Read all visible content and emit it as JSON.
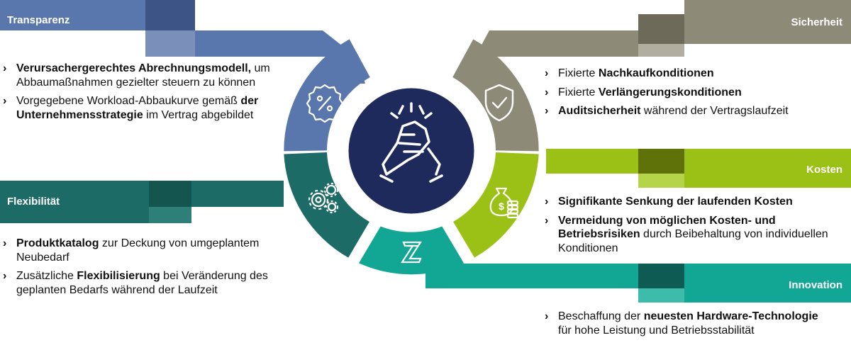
{
  "colors": {
    "blue": "#5a77ad",
    "navy": "#1e2a5c",
    "teal_dark": "#1d6b66",
    "teal": "#12a794",
    "lime": "#9cc116",
    "taupe": "#8e8a78"
  },
  "center": {
    "icon": "handshake-icon"
  },
  "segments": [
    {
      "name": "transparenz",
      "icon": "percent-badge-icon"
    },
    {
      "name": "flexibilitaet",
      "icon": "gears-icon"
    },
    {
      "name": "innovation",
      "icon": "z-logo-icon"
    },
    {
      "name": "kosten",
      "icon": "money-bag-coins-icon"
    },
    {
      "name": "sicherheit",
      "icon": "shield-check-icon"
    }
  ],
  "bullet": "›",
  "sections": {
    "transparenz": {
      "title": "Transparenz",
      "items": [
        [
          {
            "t": "Verursachergerechtes Abrechnungsmodell,",
            "b": true
          },
          {
            "t": " um Abbaumaßnahmen gezielter steuern zu können",
            "b": false
          }
        ],
        [
          {
            "t": "Vorgegebene Workload-Abbaukurve gemäß ",
            "b": false
          },
          {
            "t": "der Unternehmensstrategie",
            "b": true
          },
          {
            "t": " im Vertrag abgebildet",
            "b": false
          }
        ]
      ]
    },
    "flexibilitaet": {
      "title": "Flexibilität",
      "items": [
        [
          {
            "t": "Produktkatalog",
            "b": true
          },
          {
            "t": " zur Deckung von umgeplantem Neubedarf",
            "b": false
          }
        ],
        [
          {
            "t": "Zusätzliche ",
            "b": false
          },
          {
            "t": "Flexibilisierung",
            "b": true
          },
          {
            "t": " bei Veränderung des geplanten Bedarfs während der Laufzeit",
            "b": false
          }
        ]
      ]
    },
    "sicherheit": {
      "title": "Sicherheit",
      "items": [
        [
          {
            "t": "Fixierte ",
            "b": false
          },
          {
            "t": "Nachkaufkonditionen",
            "b": true
          }
        ],
        [
          {
            "t": "Fixierte ",
            "b": false
          },
          {
            "t": "Verlängerungskonditionen",
            "b": true
          }
        ],
        [
          {
            "t": "Auditsicherheit",
            "b": true
          },
          {
            "t": " während der Vertragslaufzeit",
            "b": false
          }
        ]
      ]
    },
    "kosten": {
      "title": "Kosten",
      "items": [
        [
          {
            "t": "Signifikante Senkung der laufenden Kosten",
            "b": true
          }
        ],
        [
          {
            "t": "Vermeidung von möglichen Kosten- und Betriebsrisiken",
            "b": true
          },
          {
            "t": " durch Beibehaltung von individuellen Konditionen",
            "b": false
          }
        ]
      ]
    },
    "innovation": {
      "title": "Innovation",
      "items": [
        [
          {
            "t": "Beschaffung der ",
            "b": false
          },
          {
            "t": "neuesten Hardware-Technologie",
            "b": true
          },
          {
            "t": " für hohe Leistung und Betriebsstabilität",
            "b": false
          }
        ]
      ]
    }
  }
}
